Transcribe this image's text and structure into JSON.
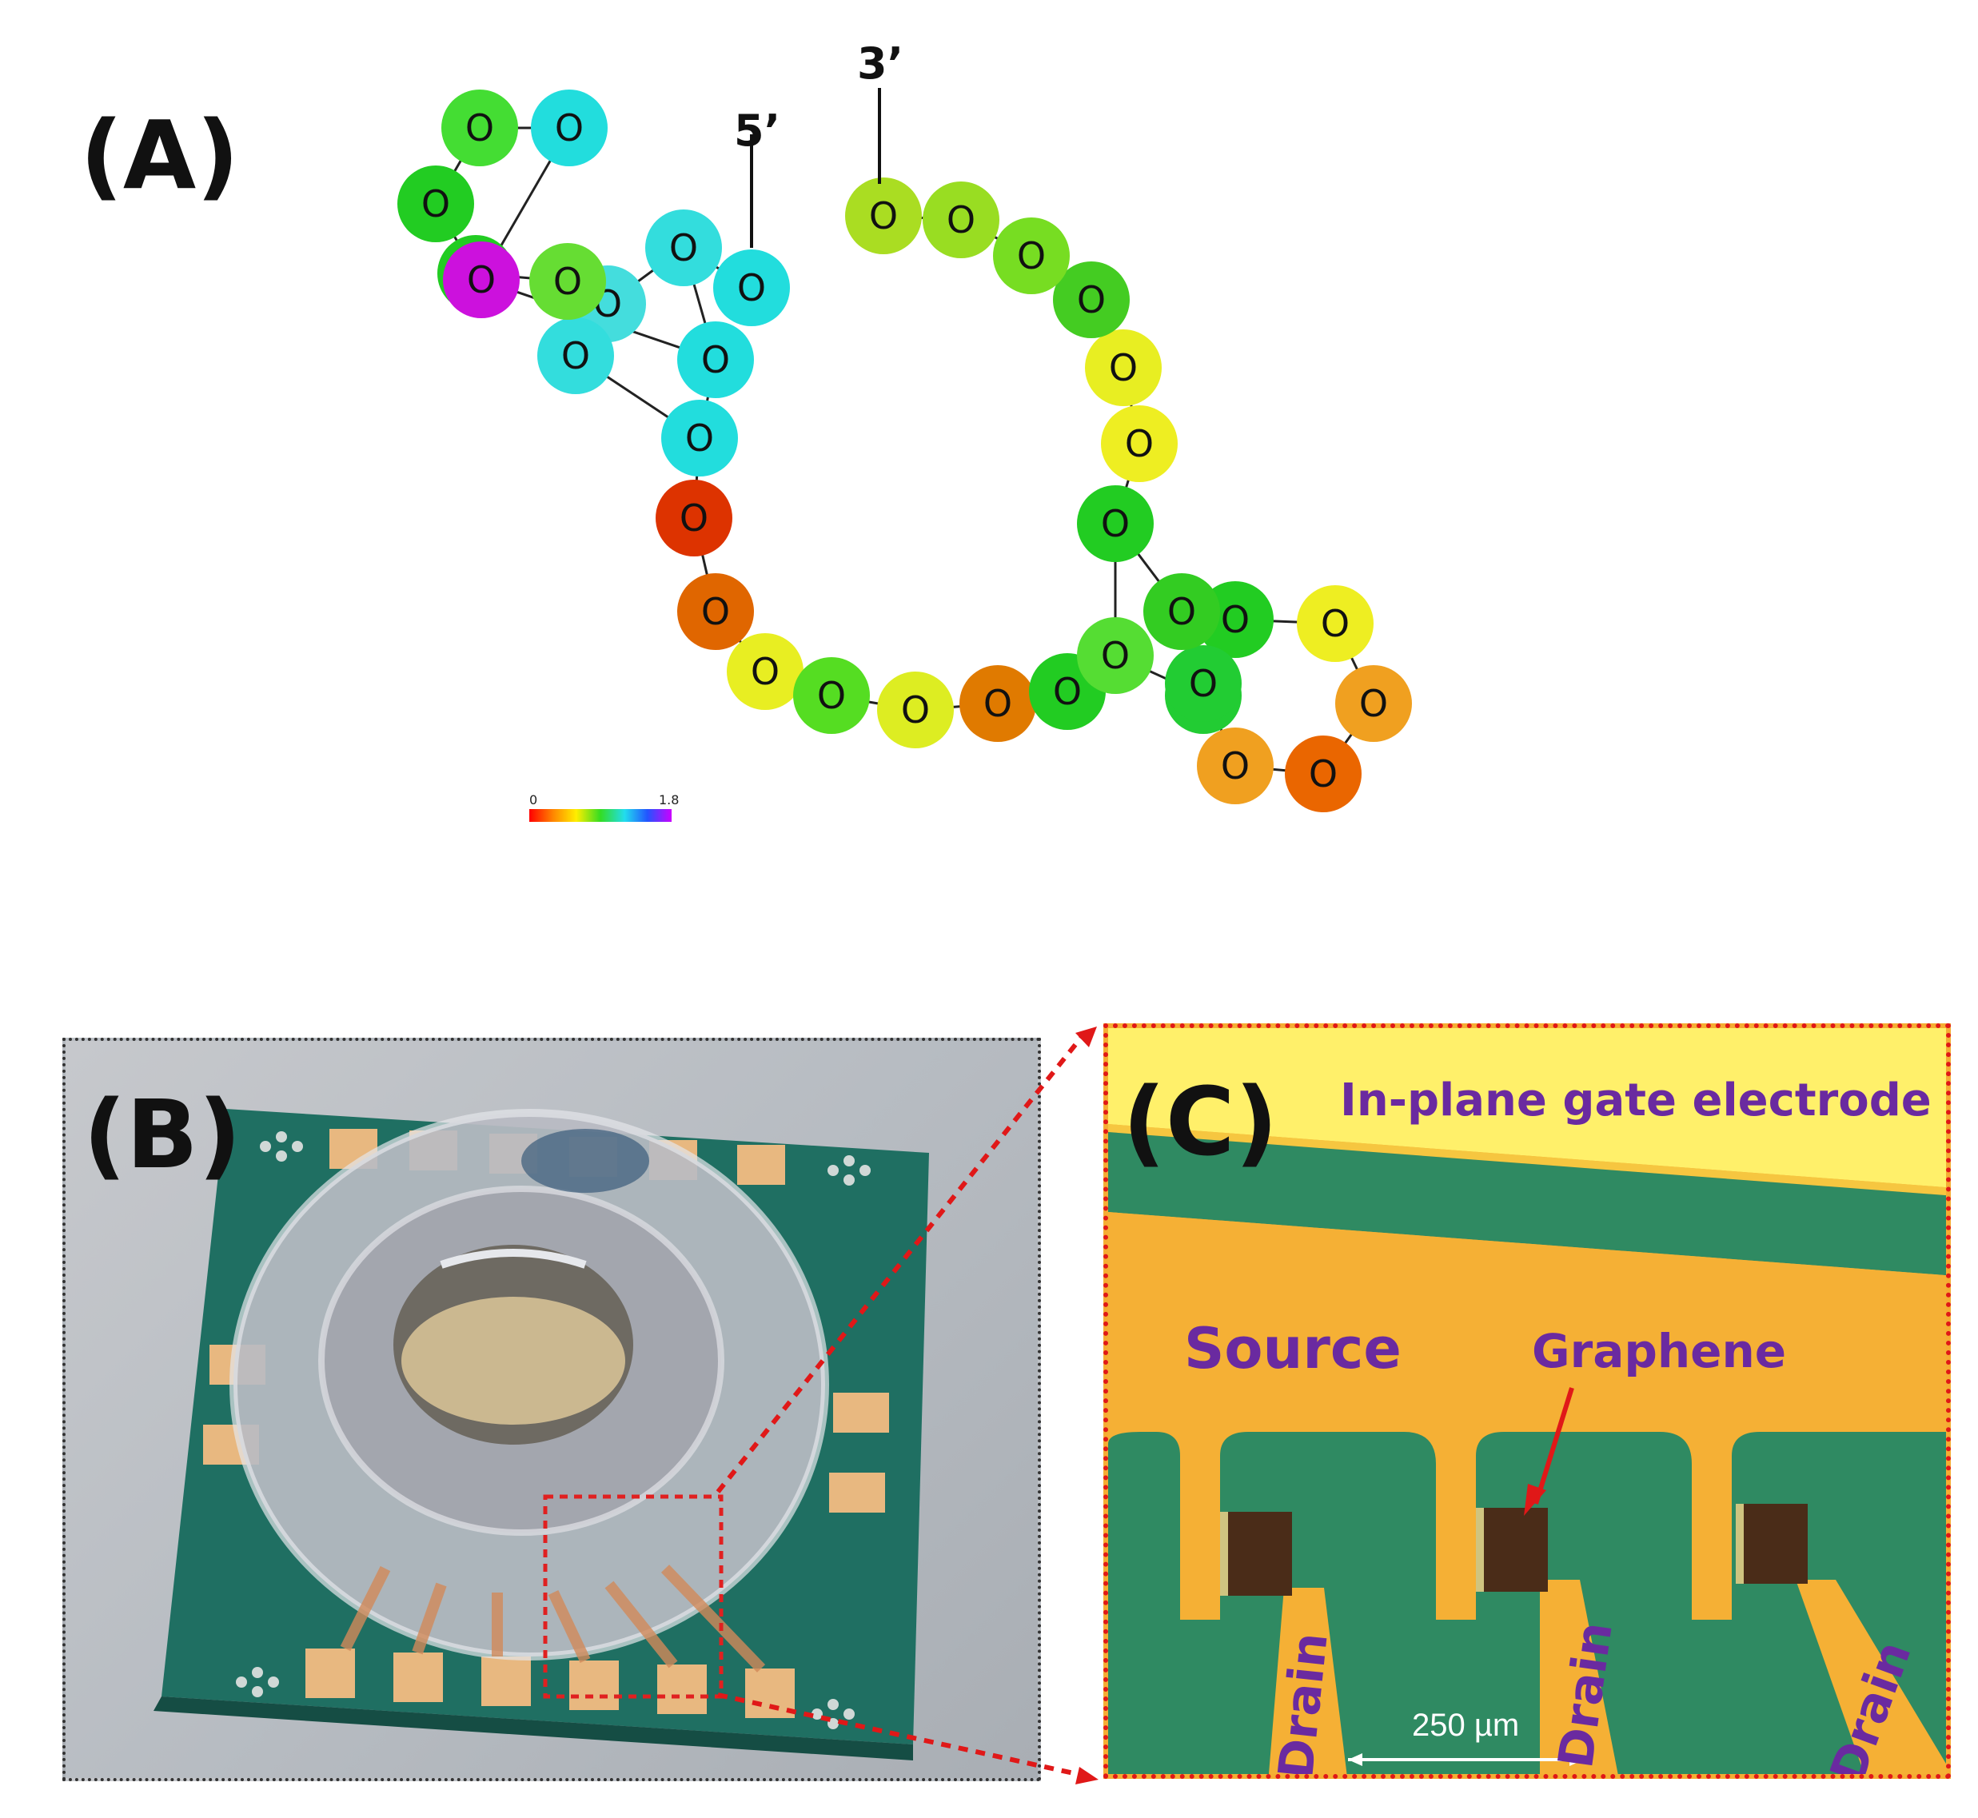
{
  "panels": {
    "a": "(A)",
    "b": "(B)",
    "c": "(C)"
  },
  "structure": {
    "nucleotide_label": "O",
    "five_prime": "5’",
    "three_prime": "3’",
    "colorscale": {
      "min": "0",
      "max": "1.8",
      "colors": [
        "#ff0000",
        "#ff8800",
        "#ffee00",
        "#33dd22",
        "#22ddee",
        "#2255ff",
        "#cc00ff"
      ]
    },
    "nucleotides": [
      {
        "color": "#22dddd"
      },
      {
        "color": "#33dddd"
      },
      {
        "color": "#44dddd"
      },
      {
        "color": "#33dddd"
      },
      {
        "color": "#66dd33"
      },
      {
        "color": "#22cc22"
      },
      {
        "color": "#22cc22"
      },
      {
        "color": "#44dd33"
      },
      {
        "color": "#22dddd"
      },
      {
        "color": "#cc11dd"
      },
      {
        "color": "#22dddd"
      },
      {
        "color": "#22dddd"
      },
      {
        "color": "#dd3300"
      },
      {
        "color": "#e06600"
      },
      {
        "color": "#e8ee22"
      },
      {
        "color": "#55dd22"
      },
      {
        "color": "#dded22"
      },
      {
        "color": "#e07a00"
      },
      {
        "color": "#22cc22"
      },
      {
        "color": "#55dd33"
      },
      {
        "color": "#22cc33"
      },
      {
        "color": "#22cc22"
      },
      {
        "color": "#eeee22"
      },
      {
        "color": "#f0a020"
      },
      {
        "color": "#ea6600"
      },
      {
        "color": "#f0a020"
      },
      {
        "color": "#22cc33"
      },
      {
        "color": "#33cc22"
      },
      {
        "color": "#22cc22"
      },
      {
        "color": "#eeee22"
      },
      {
        "color": "#e8ee22"
      },
      {
        "color": "#44cc22"
      },
      {
        "color": "#77dd22"
      },
      {
        "color": "#99dd22"
      },
      {
        "color": "#aadd22"
      }
    ]
  },
  "micrograph": {
    "gate_label": "In-plane gate electrode",
    "source_label": "Source",
    "graphene_label": "Graphene",
    "drain_label": "Drain",
    "scale_text": "250 µm"
  }
}
